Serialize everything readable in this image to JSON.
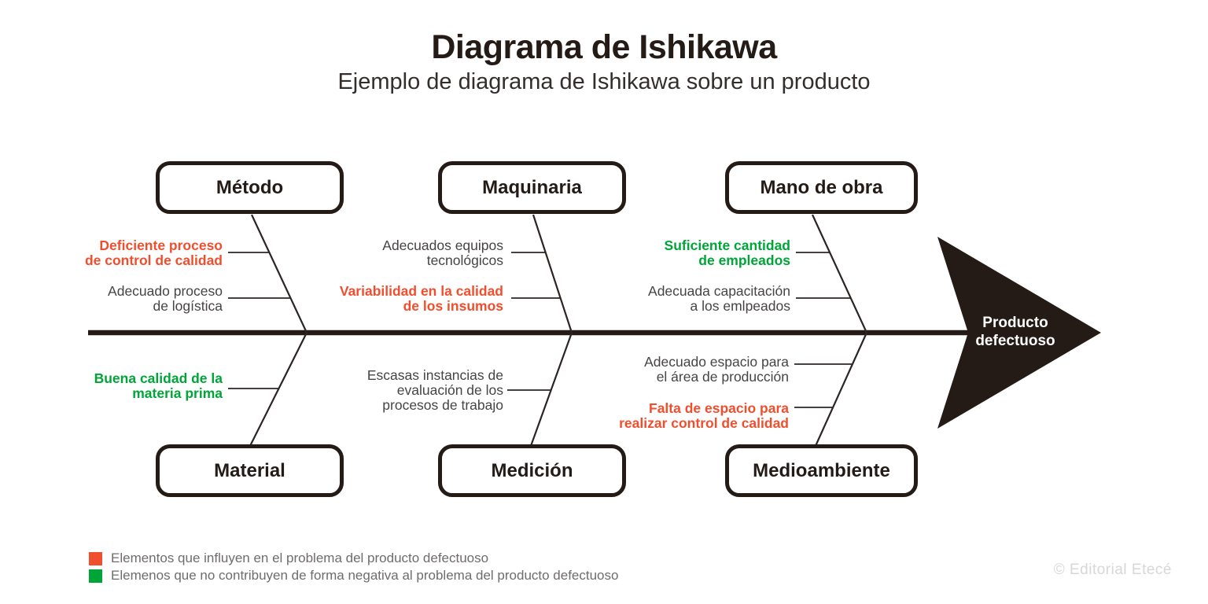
{
  "header": {
    "title": "Diagrama de Ishikawa",
    "subtitle": "Ejemplo de diagrama de Ishikawa sobre un producto"
  },
  "colors": {
    "ink": "#241B17",
    "negative": "#F14E2E",
    "positive": "#00A538",
    "neutral_text": "#474443"
  },
  "categories": [
    {
      "label": "Método"
    },
    {
      "label": "Maquinaria"
    },
    {
      "label": "Mano de obra"
    },
    {
      "label": "Material"
    },
    {
      "label": "Medición"
    },
    {
      "label": "Medioambiente"
    }
  ],
  "causes": [
    {
      "type": "negative",
      "lines": [
        "Deficiente proceso",
        "de control de calidad"
      ]
    },
    {
      "type": "neutral",
      "lines": [
        "Adecuado proceso",
        "de logística"
      ]
    },
    {
      "type": "positive",
      "lines": [
        "Buena calidad de la",
        "materia prima"
      ]
    },
    {
      "type": "neutral",
      "lines": [
        "Adecuados equipos",
        "tecnológicos"
      ]
    },
    {
      "type": "negative",
      "lines": [
        "Variabilidad en la calidad",
        "de los insumos"
      ]
    },
    {
      "type": "neutral",
      "lines": [
        "Escasas instancias de",
        "evaluación de los",
        "procesos de trabajo"
      ]
    },
    {
      "type": "positive",
      "lines": [
        "Suficiente cantidad",
        "de empleados"
      ]
    },
    {
      "type": "neutral",
      "lines": [
        "Adecuada capacitación",
        "a los emlpeados"
      ]
    },
    {
      "type": "neutral",
      "lines": [
        "Adecuado espacio para",
        "el área de producción"
      ]
    },
    {
      "type": "negative",
      "lines": [
        "Falta de espacio para",
        "realizar control de calidad"
      ]
    }
  ],
  "effect": {
    "lines": [
      "Producto",
      "defectuoso"
    ]
  },
  "legend": {
    "items": [
      {
        "color": "#F14E2E",
        "label": "Elementos que influyen en el problema del producto defectuoso"
      },
      {
        "color": "#00A538",
        "label": "Elemenos que no contribuyen de forma negativa al problema del producto defectuoso"
      }
    ]
  },
  "footer": {
    "copyright": "© Editorial Etecé"
  }
}
